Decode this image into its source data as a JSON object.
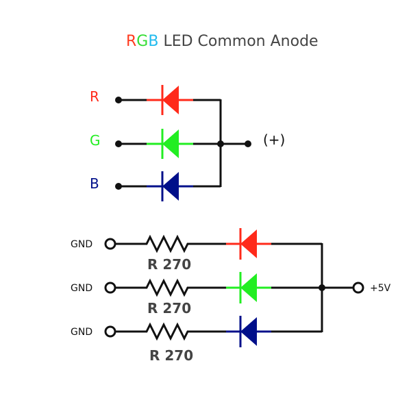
{
  "title": {
    "r": "R",
    "g": "G",
    "b": "B",
    "rest": " LED Common Anode"
  },
  "top": {
    "labels": [
      "R",
      "G",
      "B"
    ],
    "plus_label": "(+)"
  },
  "bottom": {
    "gnd_labels": [
      "GND",
      "GND",
      "GND"
    ],
    "resistor_labels": [
      "R 270",
      "R 270",
      "R 270"
    ],
    "supply_label": "+5V"
  },
  "colors": {
    "red": "#ff2a1a",
    "green": "#22ee22",
    "blue": "#000f8a",
    "title_r": "#ff3b1f",
    "title_g": "#33dd33",
    "title_b": "#22bbee",
    "title_rest": "#444444",
    "wire": "#111111",
    "resistor_text": "#444444"
  }
}
